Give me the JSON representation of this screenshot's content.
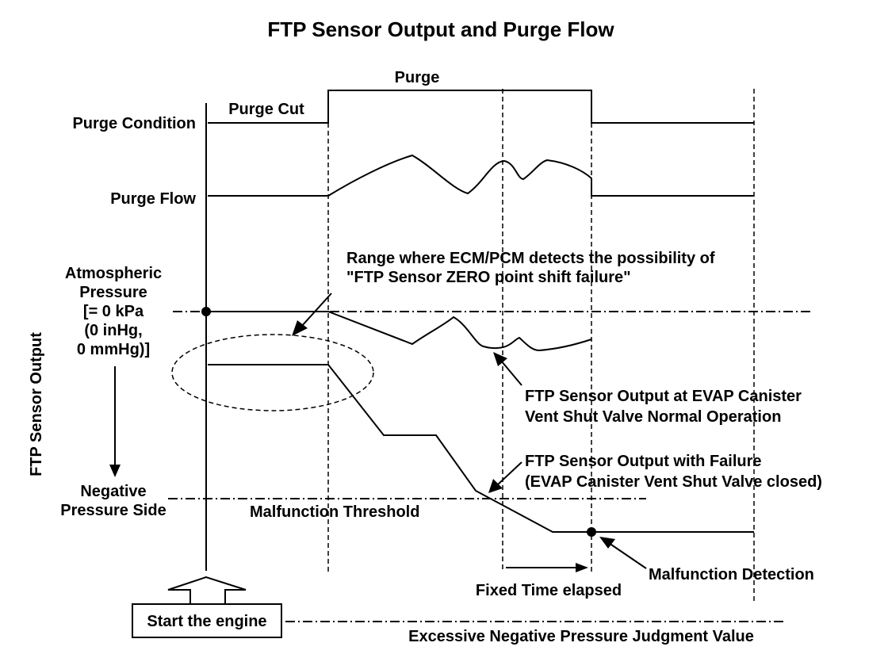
{
  "title": "FTP Sensor Output and Purge Flow",
  "rows": {
    "purge_condition": "Purge Condition",
    "purge_flow": "Purge Flow",
    "atmospheric": [
      "Atmospheric",
      "Pressure",
      "[= 0 kPa",
      "(0 inHg,",
      "0 mmHg)]"
    ],
    "negative": [
      "Negative",
      "Pressure Side"
    ],
    "vertical_axis": "FTP Sensor Output"
  },
  "states": {
    "purge_cut": "Purge Cut",
    "purge": "Purge"
  },
  "annotations": {
    "range_note": [
      "Range where ECM/PCM detects the possibility of",
      "\"FTP Sensor ZERO point shift failure\""
    ],
    "normal_output": [
      "FTP Sensor Output at EVAP Canister",
      "Vent Shut Valve Normal Operation"
    ],
    "failure_output": [
      "FTP Sensor Output with Failure",
      "(EVAP Canister Vent Shut Valve closed)"
    ],
    "malfunction_threshold": "Malfunction Threshold",
    "malfunction_detection": "Malfunction Detection",
    "fixed_time": "Fixed Time elapsed",
    "start_engine": "Start the engine",
    "excessive_negative": "Excessive Negative Pressure Judgment Value"
  },
  "colors": {
    "line": "#000000",
    "background": "#ffffff"
  }
}
